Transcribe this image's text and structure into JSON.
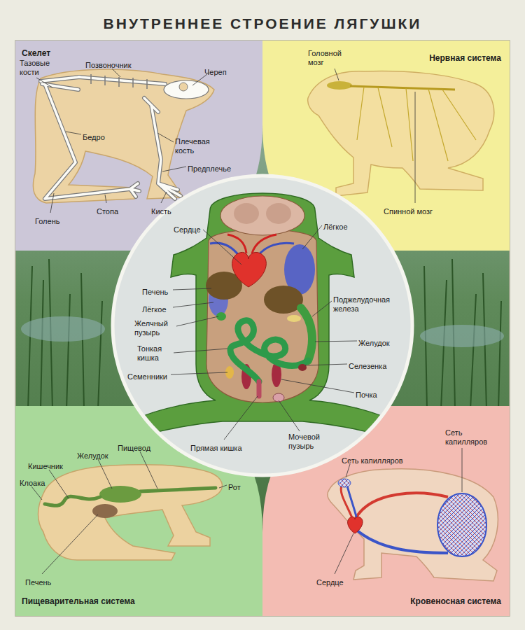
{
  "diagram": {
    "title": "ВНУТРЕННЕЕ СТРОЕНИЕ ЛЯГУШКИ",
    "nodes": [
      {
        "text": [
          "Скелет"
        ]
      },
      {
        "text": [
          "Нервная система"
        ]
      },
      {
        "text": [
          "Пищеварительная система"
        ]
      },
      {
        "text": [
          "Кровеносная система"
        ]
      }
    ],
    "labels": [
      "Тазовые кости",
      "Позвоночник",
      "Череп",
      "Бедро",
      "Плечевая кость",
      "Предплечье",
      "Стопа",
      "Кисть",
      "Голень",
      "Головной мозг",
      "Спинной мозг",
      "Сердце",
      "Лёгкое",
      "Печень",
      "Лёгкое",
      "Поджелудочная железа",
      "Желчный пузырь",
      "Желудок",
      "Тонкая кишка",
      "Селезенка",
      "Семенники",
      "Почка",
      "Прямая кишка",
      "Мочевой пузырь",
      "Пищевод",
      "Желудок",
      "Кишечник",
      "Рот",
      "Клоака",
      "Печень",
      "Сеть капилляров",
      "Сеть капилляров",
      "Сердце"
    ]
  }
}
